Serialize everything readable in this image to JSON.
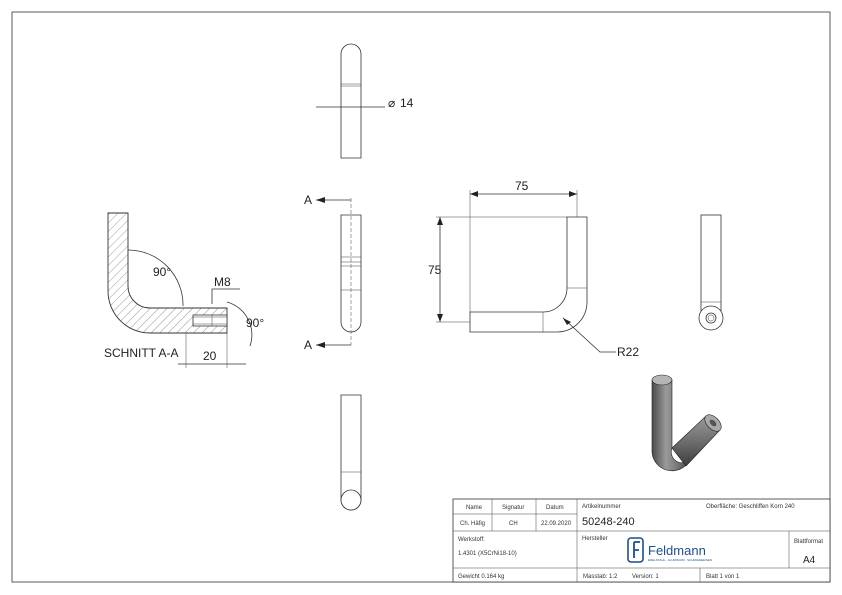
{
  "section": {
    "label": "SCHNITT A-A",
    "angle_top": "90°",
    "angle_side": "90°",
    "thread": "M8",
    "depth": "20"
  },
  "views": {
    "diameter": "14",
    "section_marker": "A",
    "width": "75",
    "height": "75",
    "radius": "R22"
  },
  "title_block": {
    "h_name": "Name",
    "h_signatur": "Signatur",
    "h_datum": "Datum",
    "name": "Ch. Häfig",
    "signatur": "CH",
    "datum": "22.09.2020",
    "artikel_label": "Artikelnummer",
    "artikel_value": "50248-240",
    "oberflaeche": "Oberfläche: Geschliffen Korn 240",
    "werkstoff_label": "Werkstoff:",
    "werkstoff_value": "1.4301 (X5CrNi18-10)",
    "hersteller_label": "Hersteller",
    "brand_name": "Feldmann",
    "brand_tagline": "EDELSTAHL · ALUMINIUM · SCHMIEDEEISEN",
    "blattformat_label": "Blattformat",
    "blattformat_value": "A4",
    "gewicht": "Gewicht 0.164 kg",
    "massstab": "Masstab: 1:2",
    "version": "Version: 1",
    "blatt": "Blatt 1 von 1"
  }
}
